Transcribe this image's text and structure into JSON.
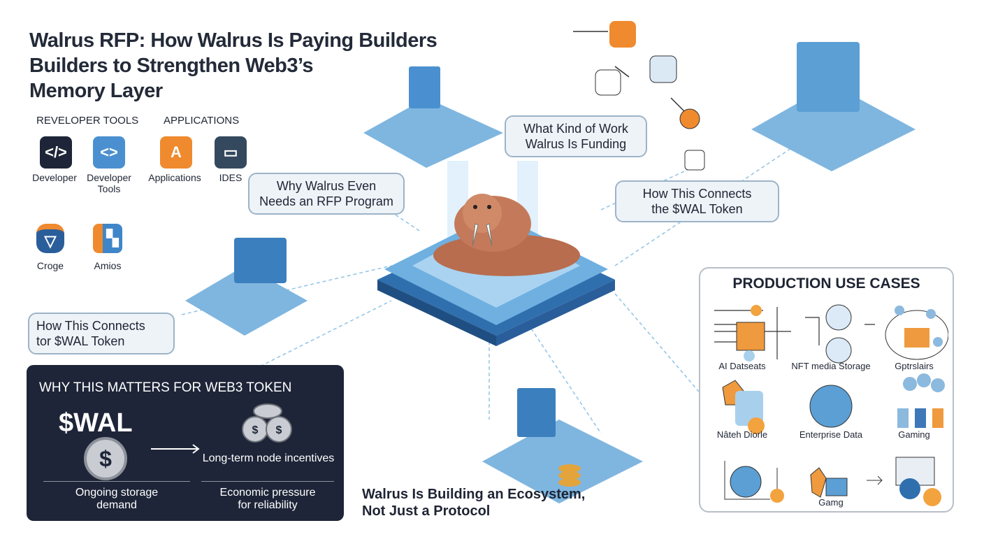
{
  "title": [
    "Walrus RFP: How Walrus Is Paying Builders",
    "Builders to Strengthen Web3’s",
    "Memory Layer"
  ],
  "sections": {
    "developer_tools": "REVELOPER TOOLS",
    "applications": "APPLICATIONS"
  },
  "tools": [
    {
      "label": "Developer",
      "glyph": "</>",
      "icon": "code-icon",
      "color": "#1e2538"
    },
    {
      "label": "Developer Tools",
      "glyph": "<>",
      "icon": "brackets-icon",
      "color": "#4a90d0"
    },
    {
      "label": "Applications",
      "glyph": "A",
      "icon": "app-a-icon",
      "color": "#ef8a2e"
    },
    {
      "label": "IDES",
      "glyph": "▭",
      "icon": "ide-window-icon",
      "color": "#34495e"
    },
    {
      "label": "Croge",
      "glyph": "▽",
      "icon": "shield-icon",
      "color": "#2a5e9a"
    },
    {
      "label": "Amios",
      "glyph": "▚",
      "icon": "cube-icon",
      "color": "#3f86c9"
    }
  ],
  "bubbles": {
    "work": [
      "What Kind of Work",
      "Walrus Is Funding"
    ],
    "why": [
      "Why Walrus Even",
      "Needs an RFP Program"
    ],
    "connects": [
      "How This Connects",
      "the $WAL Token"
    ],
    "connects2": [
      "How This Connects",
      "tor $WAL Token"
    ]
  },
  "matters": {
    "title": "WHY THIS MATTERS FOR WEB3 TOKEN",
    "token": "$WAL",
    "coin": "$",
    "incentives": "Long-term node incentives",
    "demand": [
      "Ongoing storage",
      "demand"
    ],
    "pressure": [
      "Economic pressure",
      "for reliability"
    ]
  },
  "use_cases": {
    "title": "PRODUCTION USE CASES",
    "items": [
      "AI Datseats",
      "NFT media Storage",
      "Gptrslairs",
      "Nâteh Diorle",
      "Enterprise Data",
      "Gaming",
      "Gamg"
    ]
  },
  "caption": [
    "Walrus Is Building an Ecosystem,",
    "Not Just a Protocol"
  ],
  "colors": {
    "dark": "#1e2538",
    "blue": "#4a90d0",
    "orange": "#ef8a2e",
    "walrus": "#c47a5a"
  }
}
